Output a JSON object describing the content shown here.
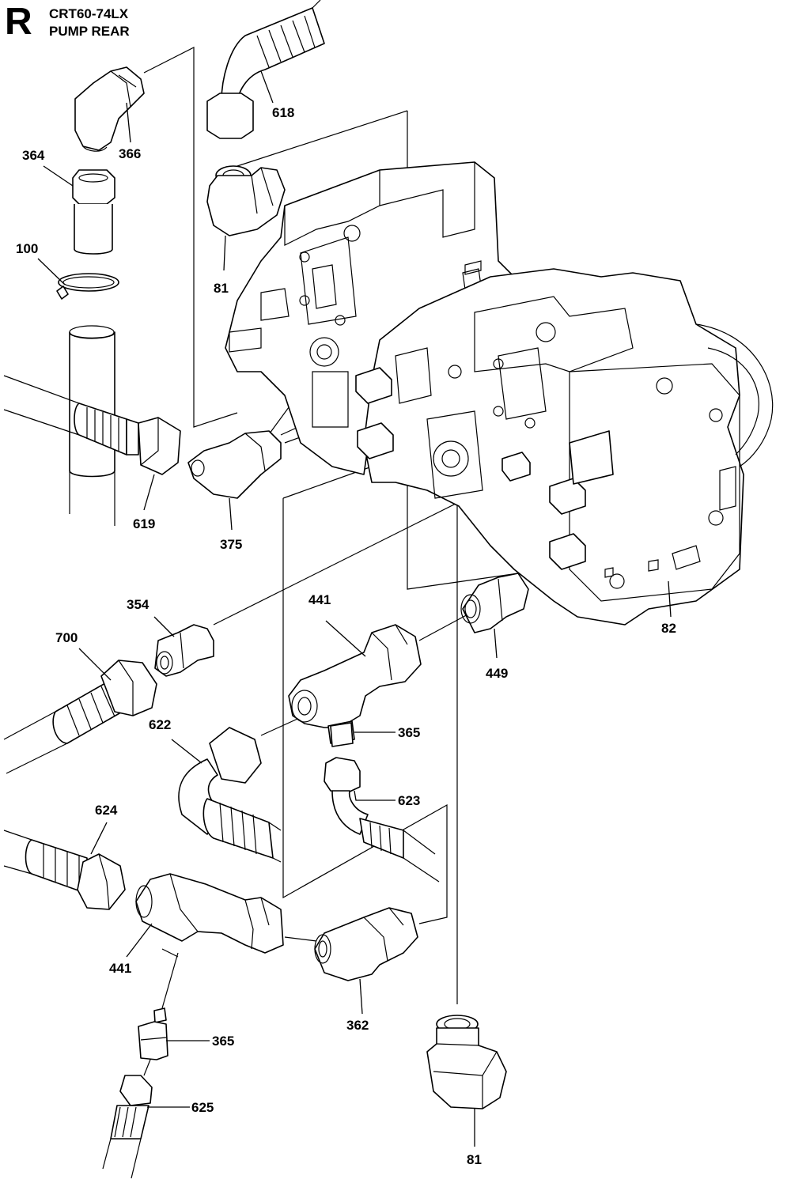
{
  "header": {
    "section_letter": "R",
    "model": "CRT60-74LX",
    "title": "PUMP REAR"
  },
  "callouts": {
    "c618": "618",
    "c366": "366",
    "c364": "364",
    "c100": "100",
    "c81a": "81",
    "c619": "619",
    "c375": "375",
    "c354": "354",
    "c700": "700",
    "c441a": "441",
    "c449": "449",
    "c82": "82",
    "c365a": "365",
    "c622": "622",
    "c623": "623",
    "c624": "624",
    "c441b": "441",
    "c362": "362",
    "c365b": "365",
    "c625": "625",
    "c81b": "81"
  }
}
